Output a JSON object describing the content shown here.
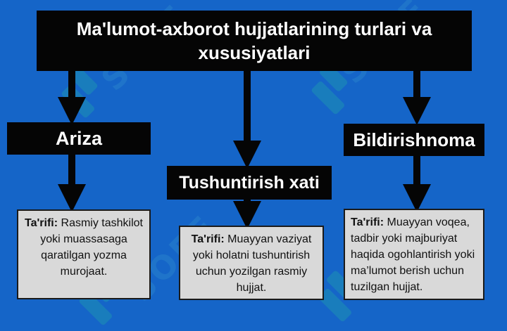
{
  "title": "Ma'lumot-axborot hujjatlarining turlari va xususiyatlari",
  "watermark": "SOFF",
  "nodes": [
    {
      "heading": "Ariza",
      "desc_label": "Ta'rifi:",
      "desc_text": "Rasmiy tashkilot yoki muassasaga qaratilgan yozma murojaat."
    },
    {
      "heading": "Tushuntirish xati",
      "desc_label": "Ta'rifi:",
      "desc_text": "Muayyan vaziyat yoki holatni tushuntirish uchun yozilgan rasmiy hujjat."
    },
    {
      "heading": "Bildirishnoma",
      "desc_label": "Ta'rifi:",
      "desc_text": "Muayyan voqea, tadbir yoki majburiyat haqida ogohlantirish yoki ma’lumot berish uchun tuzilgan hujjat."
    }
  ],
  "colors": {
    "background": "#1565c8",
    "box_dark": "#050505",
    "box_light": "#d9d9d9"
  }
}
